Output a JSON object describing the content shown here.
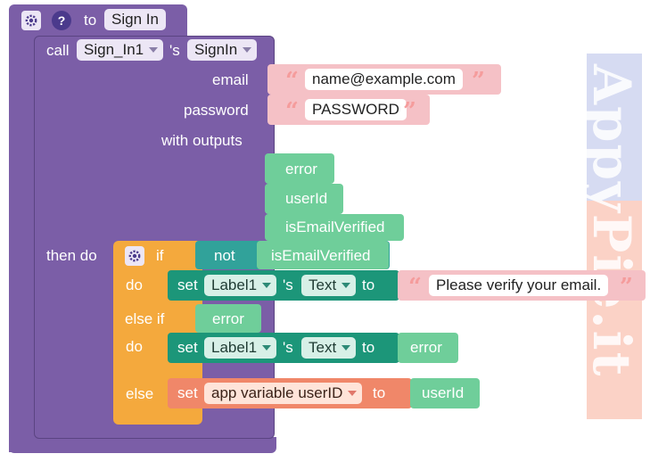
{
  "procedure": {
    "to_label": "to",
    "name": "Sign In"
  },
  "call": {
    "call_label": "call",
    "component": "Sign_In1",
    "possessive": "'s",
    "method": "SignIn",
    "email_label": "email",
    "email_value": "name@example.com",
    "password_label": "password",
    "password_value": "PASSWORD",
    "with_outputs_label": "with outputs",
    "outputs": [
      "error",
      "userId",
      "isEmailVerified"
    ],
    "then_do_label": "then do"
  },
  "if_block": {
    "if_label": "if",
    "not_label": "not",
    "condition_var": "isEmailVerified",
    "do_label": "do",
    "set1": {
      "set_label": "set",
      "component": "Label1",
      "possessive": "'s",
      "property": "Text",
      "to_label": "to",
      "value": "Please verify your email."
    },
    "else_if_label": "else if",
    "else_if_var": "error",
    "do2_label": "do",
    "set2": {
      "set_label": "set",
      "component": "Label1",
      "possessive": "'s",
      "property": "Text",
      "to_label": "to",
      "value": "error"
    },
    "else_label": "else",
    "set3": {
      "set_label": "set",
      "variable": "app variable userID",
      "to_label": "to",
      "value": "userId"
    }
  },
  "watermark": {
    "text": "AppyPie.it"
  },
  "colors": {
    "procedure": "#7b5ea7",
    "text_block": "#f5c1c6",
    "variable": "#6fce9a",
    "component": "#1c9679",
    "logic": "#31a29a",
    "control": "#f4a93d",
    "app_var": "#f08769"
  },
  "icons": [
    "gear-icon",
    "help-icon"
  ]
}
